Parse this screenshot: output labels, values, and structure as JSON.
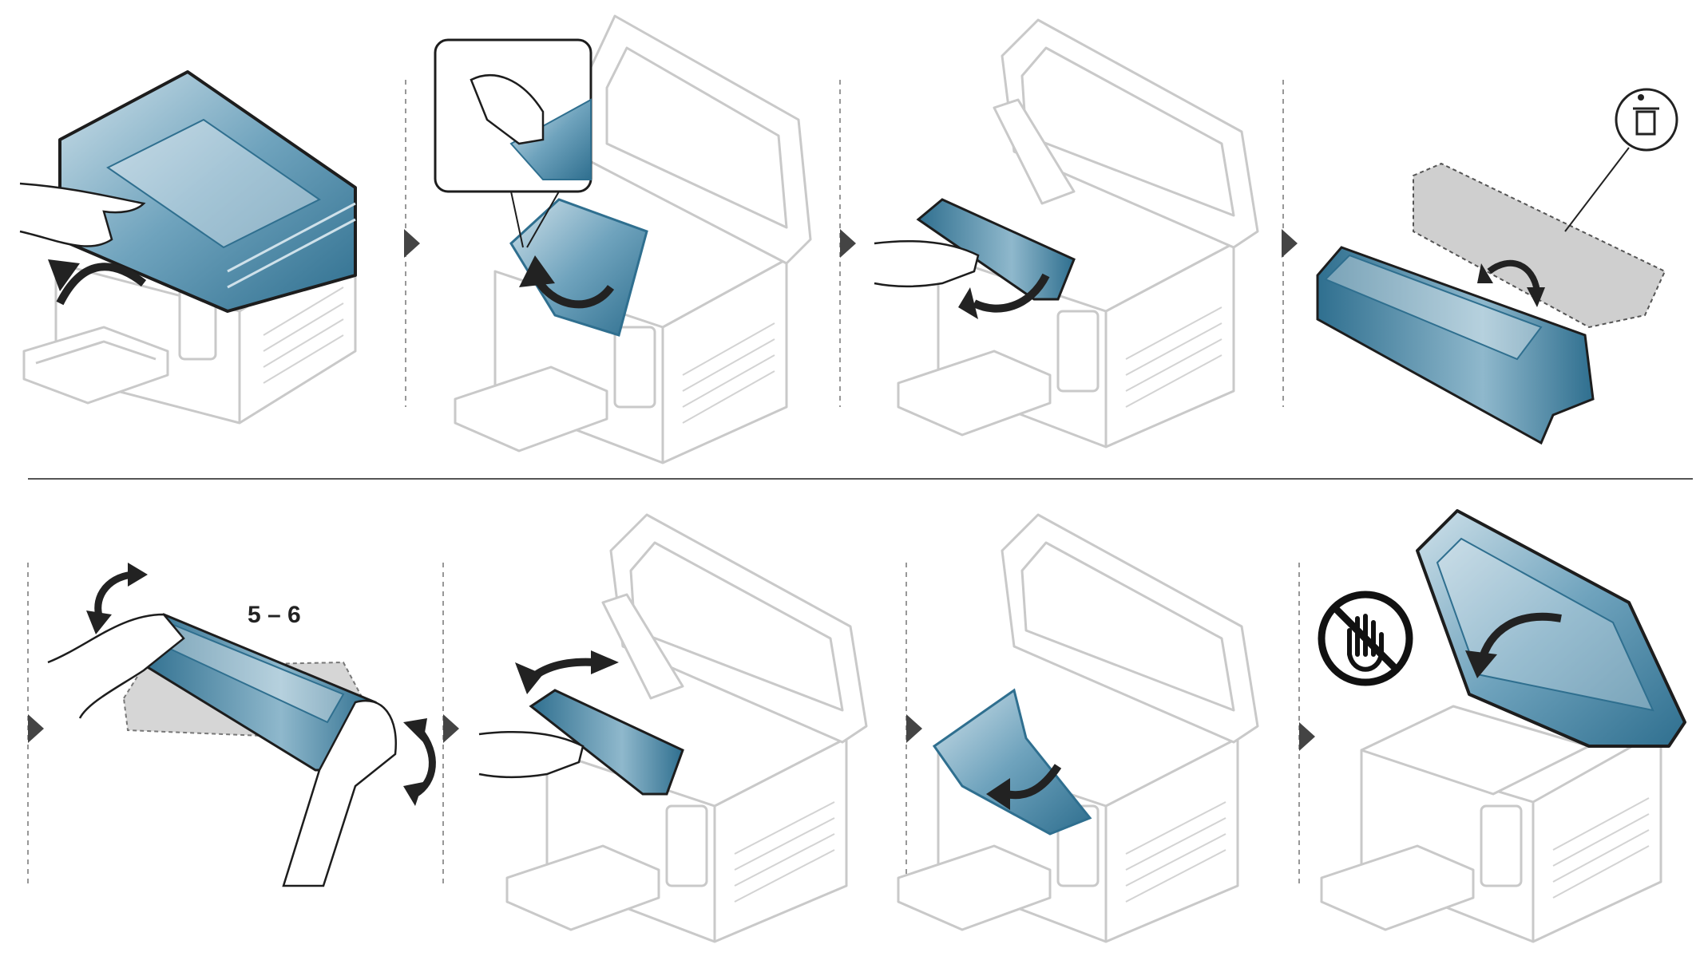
{
  "diagram": {
    "top_row": {
      "steps": [
        {
          "name": "step-1-open-scanner-lid"
        },
        {
          "name": "step-2-open-inner-cover"
        },
        {
          "name": "step-3-remove-old-cartridge"
        },
        {
          "name": "step-4-dispose-old-cartridge"
        }
      ],
      "disposal_icon": "trash-can-icon"
    },
    "bottom_row": {
      "steps": [
        {
          "name": "step-5-shake-new-cartridge",
          "label": "5 – 6"
        },
        {
          "name": "step-6-insert-cartridge"
        },
        {
          "name": "step-7-close-inner-cover"
        },
        {
          "name": "step-8-close-scanner-lid"
        }
      ],
      "warning_icon": "no-touch-hand-icon"
    },
    "colors": {
      "accent": "#2f6f8f",
      "accent_light": "#a9c9d8",
      "outline": "#c9c9c9",
      "ink": "#222222",
      "divider": "#555555"
    }
  }
}
